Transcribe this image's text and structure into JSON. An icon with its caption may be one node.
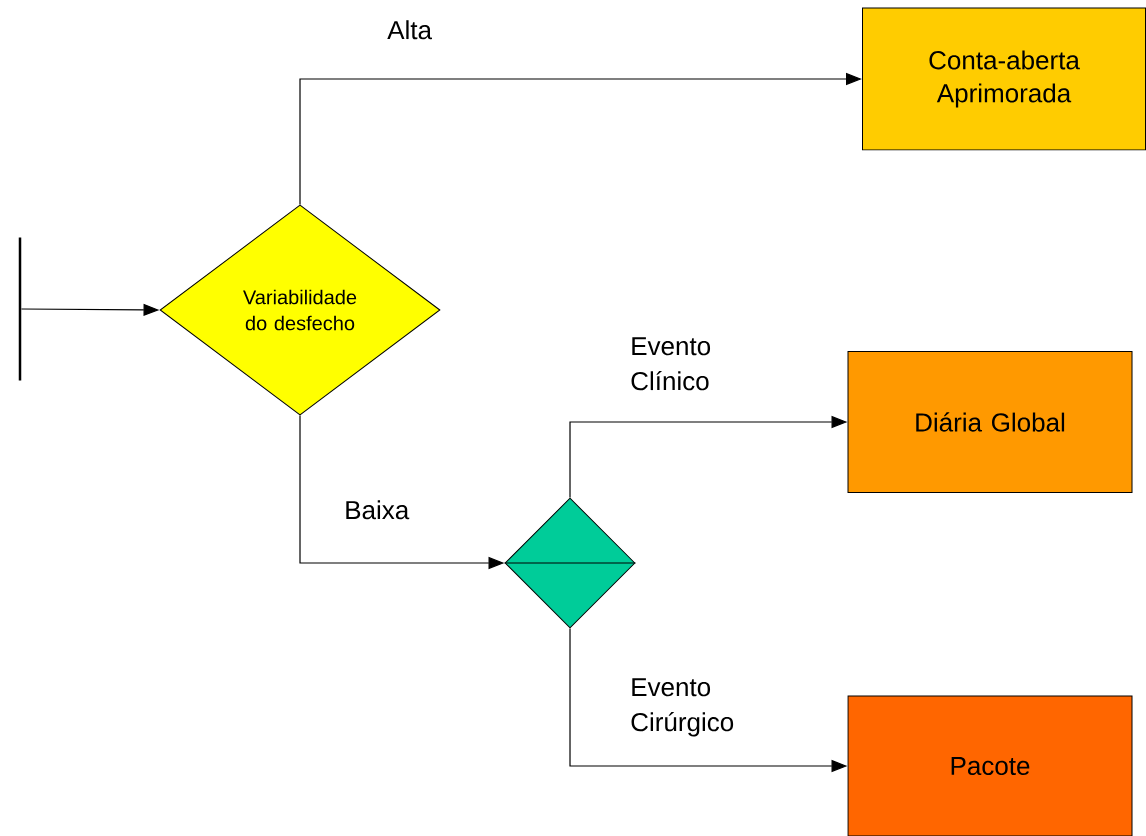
{
  "diagram": {
    "nodes": [
      {
        "text": [],
        "shape": "bar"
      },
      {
        "text": [
          "Variabilidade do desfecho"
        ]
      },
      {
        "text": [
          "Conta-aberta Aprimorada"
        ]
      },
      {
        "text": [],
        "shape": "diamond"
      },
      {
        "text": [
          "Diária Global"
        ]
      },
      {
        "text": [
          "Pacote"
        ]
      }
    ],
    "edges": [
      {
        "from": 0,
        "to": 1,
        "arrow": "to"
      },
      {
        "from": 1,
        "to": 2,
        "arrow": "to",
        "label": "Alta"
      },
      {
        "from": 1,
        "to": 3,
        "arrow": "to",
        "label": "Baixa"
      },
      {
        "from": 3,
        "to": 4,
        "arrow": "to",
        "label": "Evento Clínico"
      },
      {
        "from": 3,
        "to": 5,
        "arrow": "to",
        "label": "Evento Cirúrgico"
      }
    ]
  }
}
